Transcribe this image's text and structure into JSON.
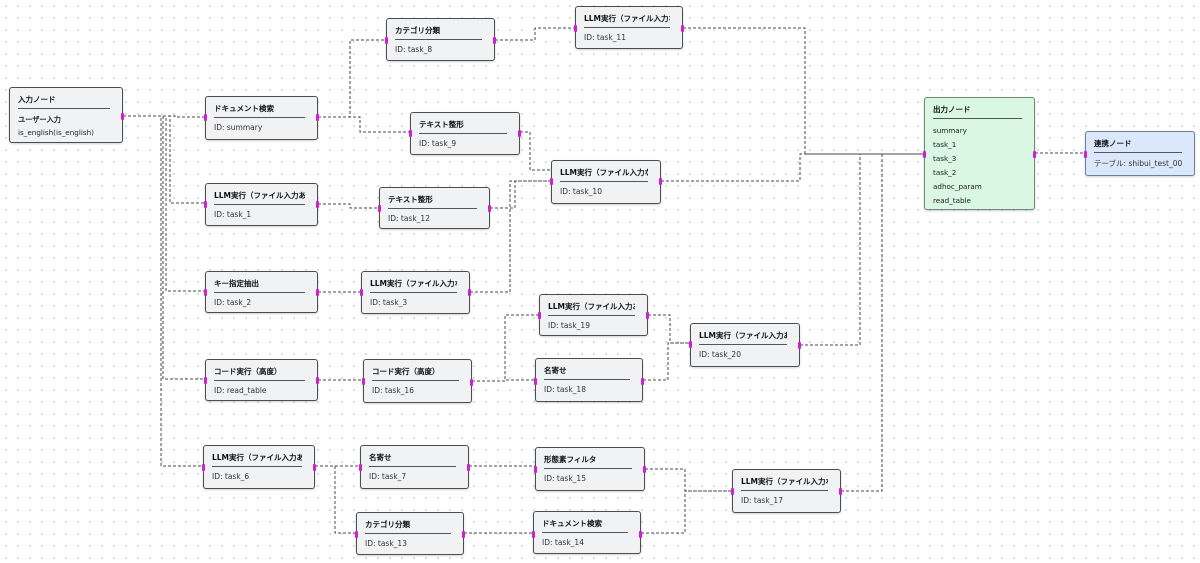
{
  "nodes": {
    "input": {
      "title": "入力ノード",
      "items": [
        "ユーザー入力",
        "is_english(is_english)"
      ]
    },
    "summary": {
      "title": "ドキュメント検索",
      "id_text": "ID: summary"
    },
    "task_8": {
      "title": "カテゴリ分類",
      "id_text": "ID: task_8"
    },
    "task_11": {
      "title": "LLM実行（ファイル入力なし）",
      "id_text": "ID: task_11"
    },
    "task_9": {
      "title": "テキスト整形",
      "id_text": "ID: task_9"
    },
    "task_10": {
      "title": "LLM実行（ファイル入力なし）",
      "id_text": "ID: task_10"
    },
    "task_1": {
      "title": "LLM実行（ファイル入力あり）",
      "id_text": "ID: task_1"
    },
    "task_12": {
      "title": "テキスト整形",
      "id_text": "ID: task_12"
    },
    "task_2": {
      "title": "キー指定抽出",
      "id_text": "ID: task_2"
    },
    "task_3": {
      "title": "LLM実行（ファイル入力なし）",
      "id_text": "ID: task_3"
    },
    "task_19": {
      "title": "LLM実行（ファイル入力あり）",
      "id_text": "ID: task_19"
    },
    "task_20": {
      "title": "LLM実行（ファイル入力あり）",
      "id_text": "ID: task_20"
    },
    "read_table": {
      "title": "コード実行（高度）",
      "id_text": "ID: read_table"
    },
    "task_16": {
      "title": "コード実行（高度）",
      "id_text": "ID: task_16"
    },
    "task_18": {
      "title": "名寄せ",
      "id_text": "ID: task_18"
    },
    "task_6": {
      "title": "LLM実行（ファイル入力あり）",
      "id_text": "ID: task_6"
    },
    "task_7": {
      "title": "名寄せ",
      "id_text": "ID: task_7"
    },
    "task_15": {
      "title": "形態素フィルタ",
      "id_text": "ID: task_15"
    },
    "task_17": {
      "title": "LLM実行（ファイル入力なし）",
      "id_text": "ID: task_17"
    },
    "task_13": {
      "title": "カテゴリ分類",
      "id_text": "ID: task_13"
    },
    "task_14": {
      "title": "ドキュメント検索",
      "id_text": "ID: task_14"
    },
    "output": {
      "title": "出力ノード",
      "items": [
        "summary",
        "task_1",
        "task_3",
        "task_2",
        "adhoc_param",
        "read_table"
      ]
    },
    "link": {
      "title": "連携ノード",
      "id_text": "テーブル: shibui_test_00"
    }
  },
  "colors": {
    "port": "#d21ed2",
    "edge": "#4a4a4a",
    "output_bg": "#d9f7e2",
    "link_bg": "#dbe7fb",
    "node_bg": "#f1f2f4"
  }
}
